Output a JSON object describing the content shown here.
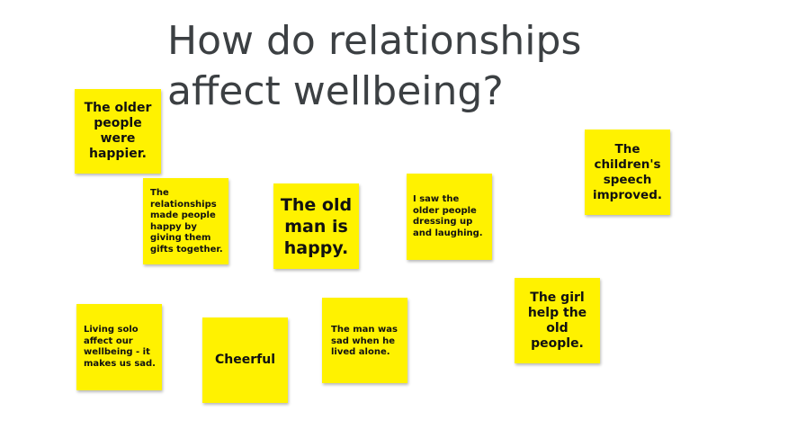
{
  "board": {
    "title": "How do relationships affect wellbeing?",
    "note_color": "#fff200",
    "notes": [
      {
        "id": "older-people-happier",
        "text": "The older people were happier."
      },
      {
        "id": "relationships-gifts",
        "text": "The relationships made people happy by giving them gifts together."
      },
      {
        "id": "old-man-happy",
        "text": "The old man is happy."
      },
      {
        "id": "older-dressing-up",
        "text": "I saw the older people dressing up and laughing."
      },
      {
        "id": "childrens-speech",
        "text": "The children's speech improved."
      },
      {
        "id": "living-solo",
        "text": "Living solo affect our wellbeing - it makes us sad."
      },
      {
        "id": "cheerful",
        "text": "Cheerful"
      },
      {
        "id": "man-sad-alone",
        "text": "The man was sad when he lived alone."
      },
      {
        "id": "girl-help",
        "text": "The girl help the old people."
      }
    ]
  }
}
